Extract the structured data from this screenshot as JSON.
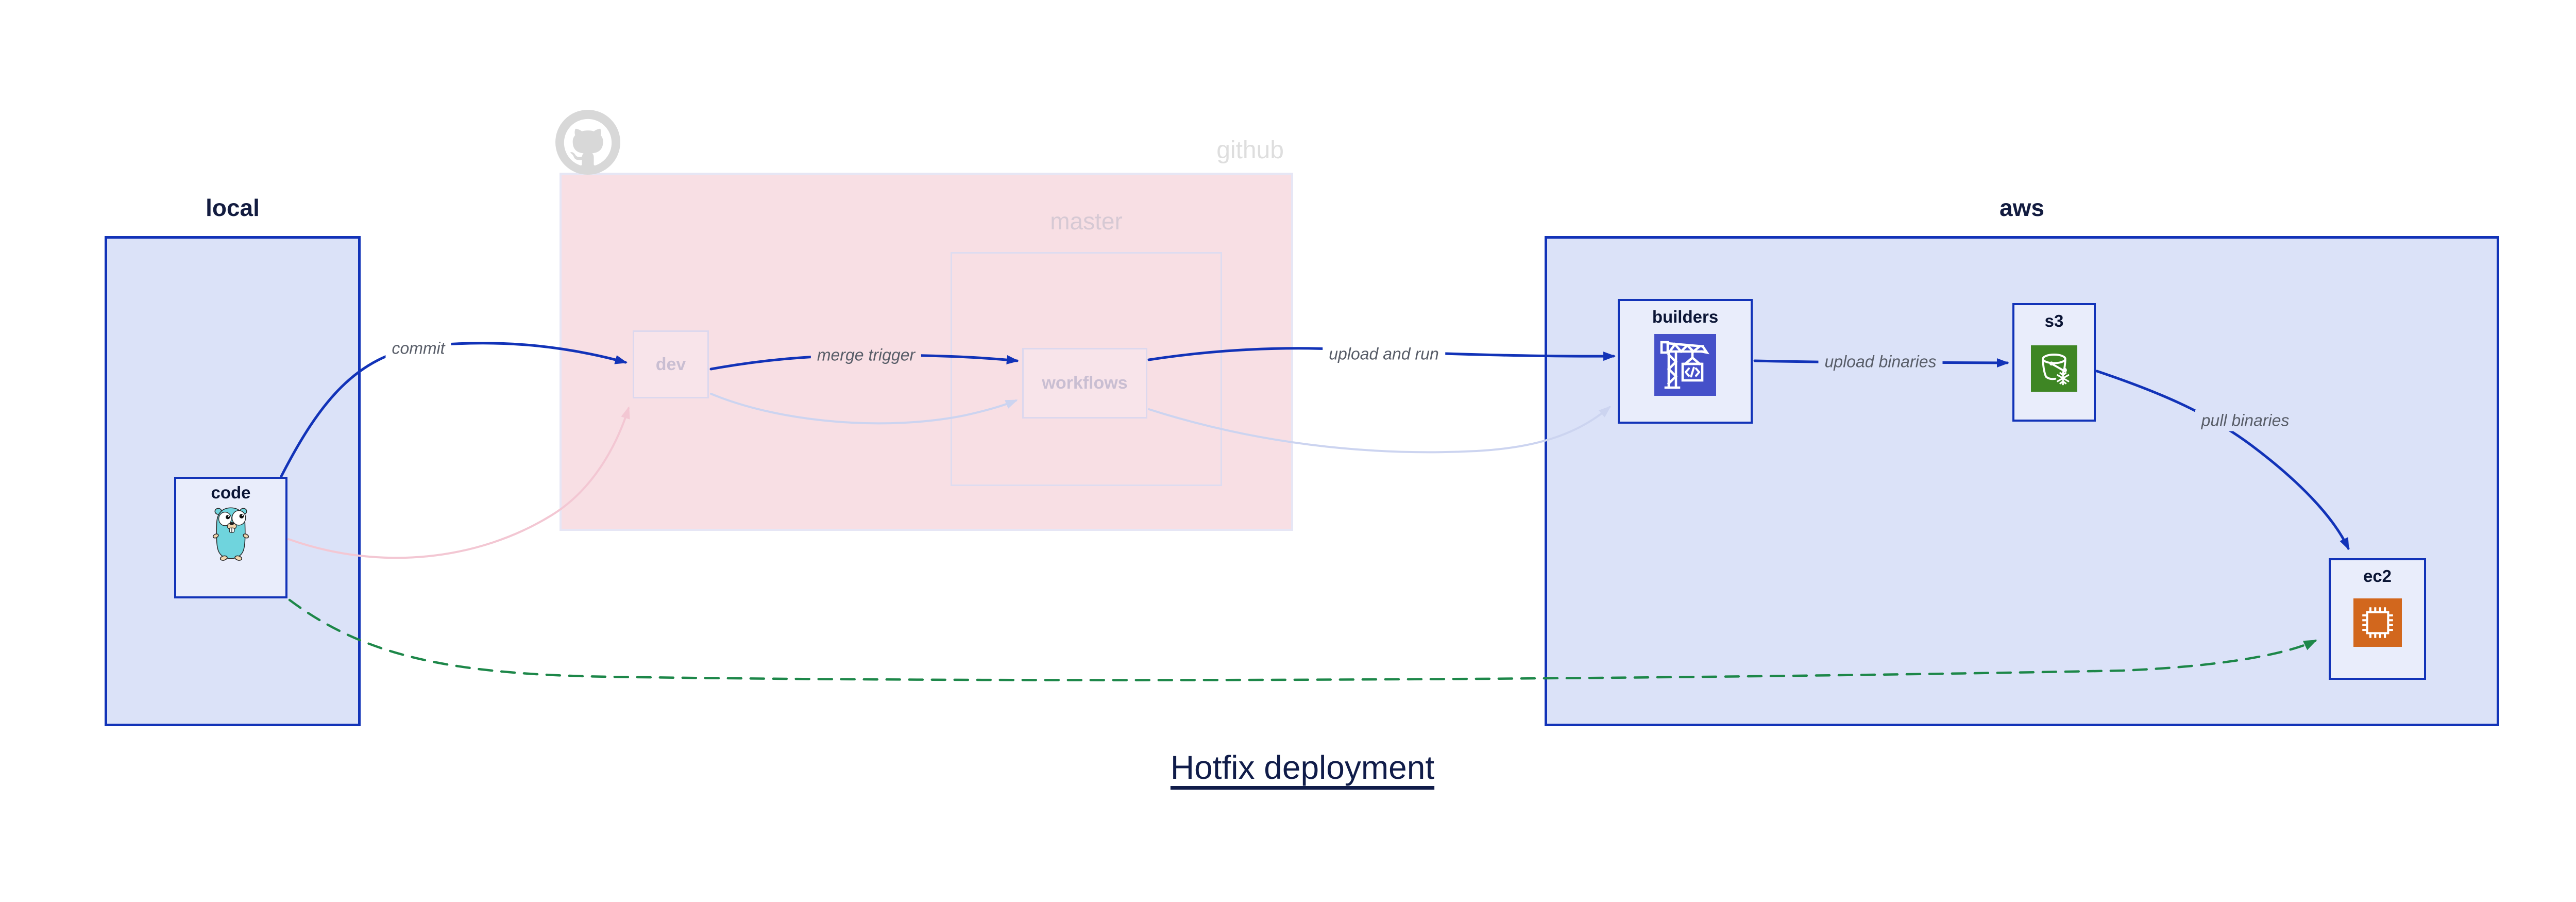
{
  "title": "Hotfix deployment",
  "containers": {
    "local": {
      "label": "local"
    },
    "github": {
      "label": "github"
    },
    "master": {
      "label": "master"
    },
    "aws": {
      "label": "aws"
    }
  },
  "nodes": {
    "code": {
      "label": "code",
      "icon": "go-gopher-icon"
    },
    "dev": {
      "label": "dev"
    },
    "workflows": {
      "label": "workflows"
    },
    "builders": {
      "label": "builders",
      "icon": "codebuild-crane-icon"
    },
    "s3": {
      "label": "s3",
      "icon": "s3-glacier-bucket-icon"
    },
    "ec2": {
      "label": "ec2",
      "icon": "ec2-chip-icon"
    }
  },
  "edges": {
    "commit": {
      "label": "commit",
      "style": "solid",
      "color": "#1233b8",
      "from": "code",
      "to": "dev"
    },
    "merge_trigger": {
      "label": "merge trigger",
      "style": "solid",
      "color": "#1233b8",
      "from": "dev",
      "to": "workflows"
    },
    "upload_and_run": {
      "label": "upload and run",
      "style": "solid",
      "color": "#1233b8",
      "from": "workflows",
      "to": "builders"
    },
    "upload_binaries": {
      "label": "upload binaries",
      "style": "solid",
      "color": "#1233b8",
      "from": "builders",
      "to": "s3"
    },
    "pull_binaries": {
      "label": "pull binaries",
      "style": "solid",
      "color": "#1233b8",
      "from": "s3",
      "to": "ec2"
    },
    "hotfix_path": {
      "label": "",
      "style": "dashed",
      "color": "#1d8749",
      "from": "code",
      "to": "ec2"
    },
    "code_dev_faded": {
      "label": "",
      "style": "faded",
      "color": "#f3c7d3",
      "from": "code",
      "to": "dev"
    },
    "dev_workflows_faded": {
      "label": "",
      "style": "faded",
      "color": "#ccd4f0",
      "from": "dev",
      "to": "workflows"
    },
    "workflows_builders_faded": {
      "label": "",
      "style": "faded",
      "color": "#ccd4f0",
      "from": "workflows",
      "to": "builders"
    }
  },
  "colors": {
    "edge_blue": "#1233b8",
    "edge_green": "#1d8749",
    "edge_pink": "#f3c7d3",
    "edge_lavender": "#ccd4f0",
    "container_border": "#1233b8",
    "container_fill": "#dbe2f8",
    "node_fill": "#e9edfb",
    "github_fill": "#f8dfe4",
    "github_border": "#e6e6f5",
    "master_border": "#dedcf0",
    "faded_node_fill": "#f8e4ea",
    "faded_node_border": "#dcd8ee",
    "navy_text": "#131c40",
    "node_text": "#0b1535",
    "edge_label_text": "#585d68",
    "github_text": "#dedede",
    "master_text": "#d6c9d4",
    "faded_node_text": "#c9bed2",
    "octocat_gray": "#d8d8d8",
    "octocat_cat": "#ffffff",
    "icon_indigo": "#4550c9",
    "icon_green": "#3e8624",
    "icon_orange": "#d2671d",
    "gopher_teal": "#6fd4dd",
    "gopher_beige": "#f2d6ae",
    "canvas_bg": "#ffffff",
    "title_text": "#101c49"
  }
}
